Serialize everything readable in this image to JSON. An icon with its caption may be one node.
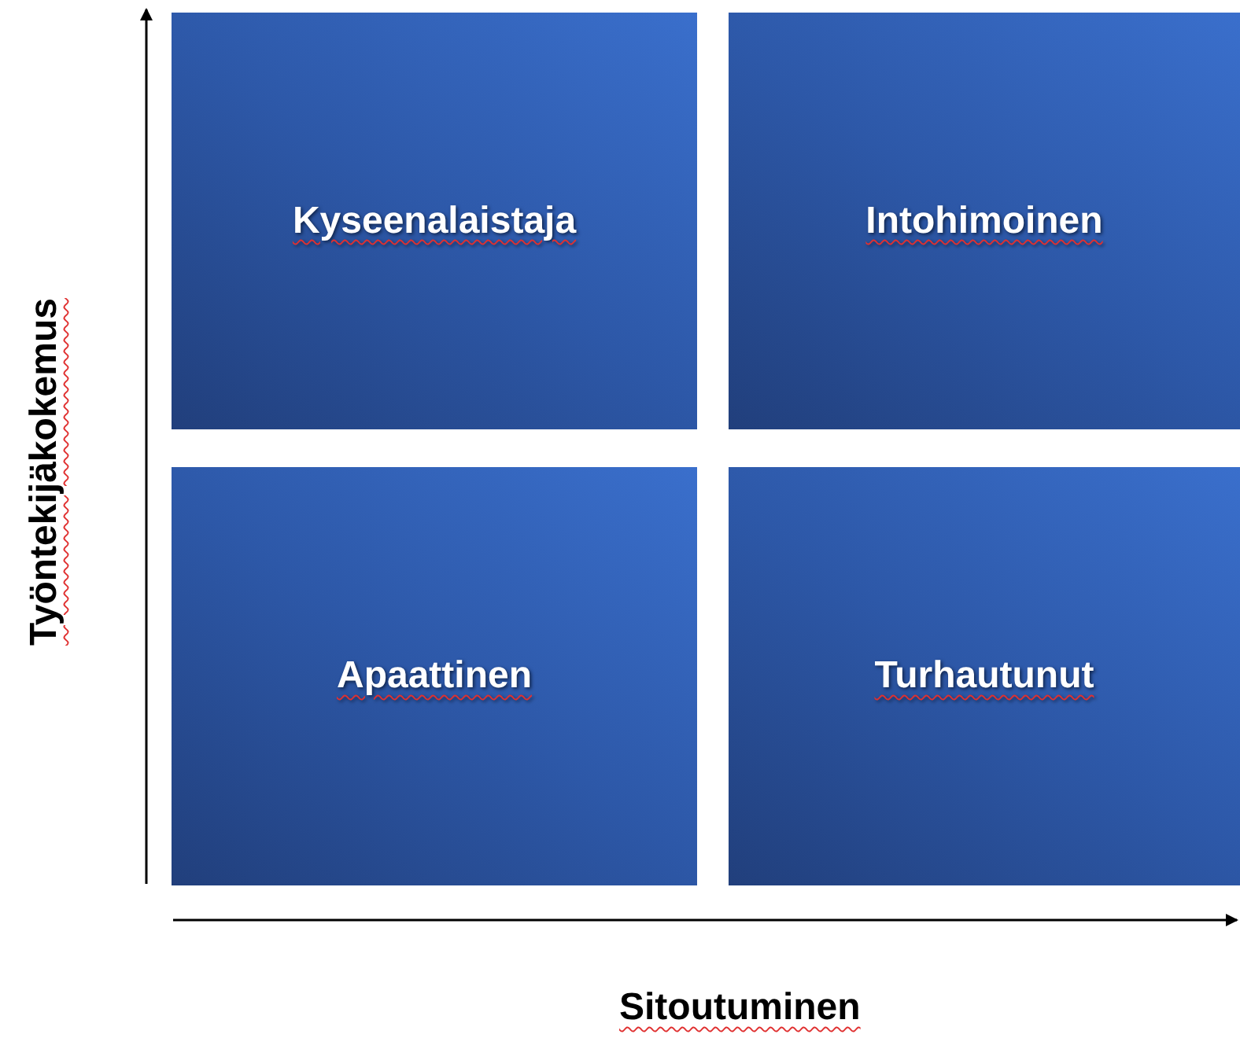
{
  "diagram": {
    "nodes": [
      {
        "text": [
          "Kyseenalaistaja"
        ]
      },
      {
        "text": [
          "Intohimoinen"
        ]
      },
      {
        "text": [
          "Apaattinen"
        ]
      },
      {
        "text": [
          "Turhautunut"
        ]
      }
    ],
    "labels": [
      "Työntekijäkokemus",
      "Sitoutuminen"
    ]
  }
}
